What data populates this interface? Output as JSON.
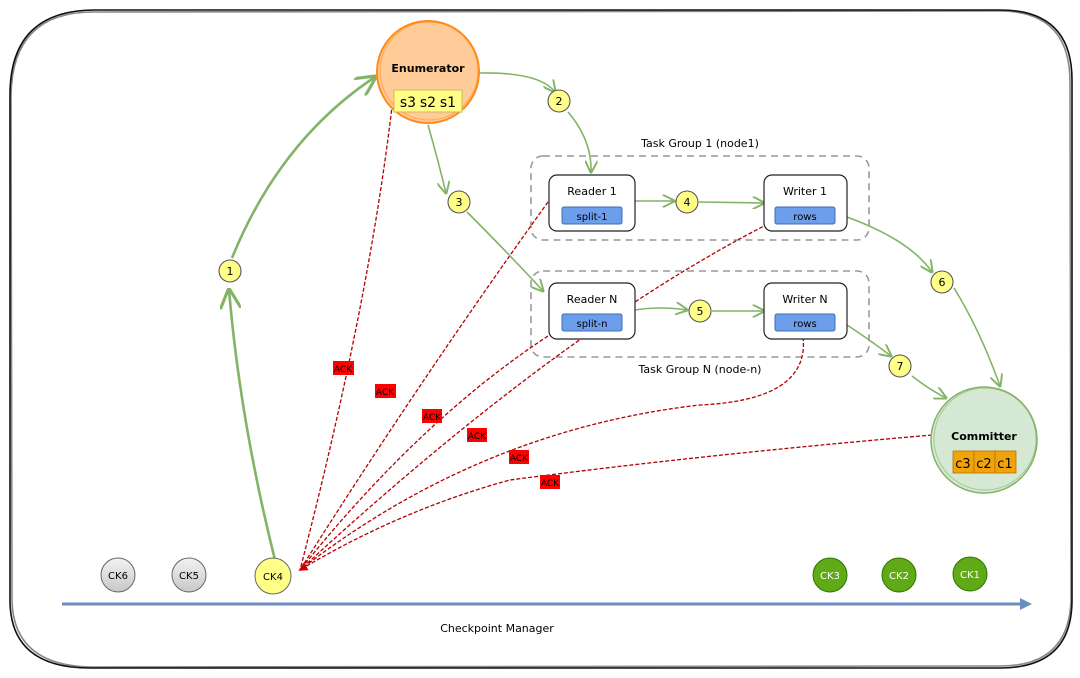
{
  "enumerator": {
    "title": "Enumerator",
    "splits": [
      "s3",
      "s2",
      "s1"
    ],
    "fill": "#ffcc99",
    "stroke": "#ff8c1a"
  },
  "task_groups": [
    {
      "label": "Task Group 1 (node1)",
      "reader": {
        "title": "Reader 1",
        "pill": "split-1"
      },
      "writer": {
        "title": "Writer 1",
        "pill": "rows"
      }
    },
    {
      "label": "Task Group N (node-n)",
      "reader": {
        "title": "Reader N",
        "pill": "split-n"
      },
      "writer": {
        "title": "Writer N",
        "pill": "rows"
      }
    }
  ],
  "committer": {
    "title": "Committer",
    "commits": [
      "c3",
      "c2",
      "c1"
    ],
    "fill": "#d5e8d4",
    "stroke": "#82b366"
  },
  "steps": [
    "1",
    "2",
    "3",
    "4",
    "5",
    "6",
    "7"
  ],
  "ack_label": "ACK",
  "ack_count": 6,
  "checkpoints": [
    {
      "label": "CK6",
      "state": "pending"
    },
    {
      "label": "CK5",
      "state": "pending"
    },
    {
      "label": "CK4",
      "state": "in-progress"
    },
    {
      "label": "CK3",
      "state": "completed"
    },
    {
      "label": "CK2",
      "state": "completed"
    },
    {
      "label": "CK1",
      "state": "completed"
    }
  ],
  "checkpoint_manager": {
    "label": "Checkpoint Manager"
  },
  "colors": {
    "flow": "#82b366",
    "ack_line": "#b20000",
    "ack_badge": "#ff0000",
    "step": "#ffff88",
    "pill": "#6d9eeb",
    "timeline": "#6c8ebf",
    "ck_pending": "#d9d9d9",
    "ck_active": "#ffff88",
    "ck_done": "#60a917",
    "commit_cell": "#f0a30a"
  }
}
